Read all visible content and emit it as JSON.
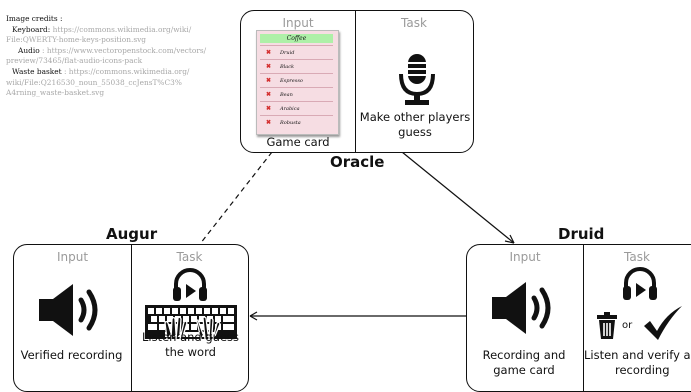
{
  "credits": {
    "heading": "Image credits :",
    "keyboard_label": "Keyboard:",
    "keyboard_url_1": "https://commons.wikimedia.org/wiki/",
    "keyboard_url_2": "File:QWERTY-home-keys-position.svg",
    "audio_label": "Audio",
    "audio_url_1": ": https://www.vectoropenstock.com/vectors/",
    "audio_url_2": "preview/73465/flat-audio-icons-pack",
    "waste_label": "Waste basket",
    "waste_url_1": ": https://commons.wikimedia.org/",
    "waste_url_2": "wiki/File:Q216530_noun_55038_ccJensT%C3%",
    "waste_url_3": "A4rning_waste-basket.svg"
  },
  "oracle": {
    "title": "Oracle",
    "input_header": "Input",
    "task_header": "Task",
    "input_caption": "Game card",
    "task_caption_1": "Make other players",
    "task_caption_2": "guess",
    "card": {
      "head_word": "Coffee",
      "taboo_words": [
        "Druid",
        "Black",
        "Espresso",
        "Bean",
        "Arabica",
        "Robusta"
      ]
    }
  },
  "augur": {
    "title": "Augur",
    "input_header": "Input",
    "task_header": "Task",
    "input_caption": "Verified recording",
    "task_caption_1": "Listen and guess",
    "task_caption_2": "the word"
  },
  "druid": {
    "title": "Druid",
    "input_header": "Input",
    "task_header": "Task",
    "input_caption_1": "Recording and",
    "input_caption_2": "game card",
    "task_caption_1": "Listen and verify a",
    "task_caption_2": "recording",
    "or_label": "or"
  },
  "icons": {
    "speaker": "speaker-icon",
    "headphones": "headphones-icon",
    "microphone": "microphone-icon",
    "keyboard": "keyboard-icon",
    "trash": "trash-icon",
    "check": "checkmark-icon"
  }
}
